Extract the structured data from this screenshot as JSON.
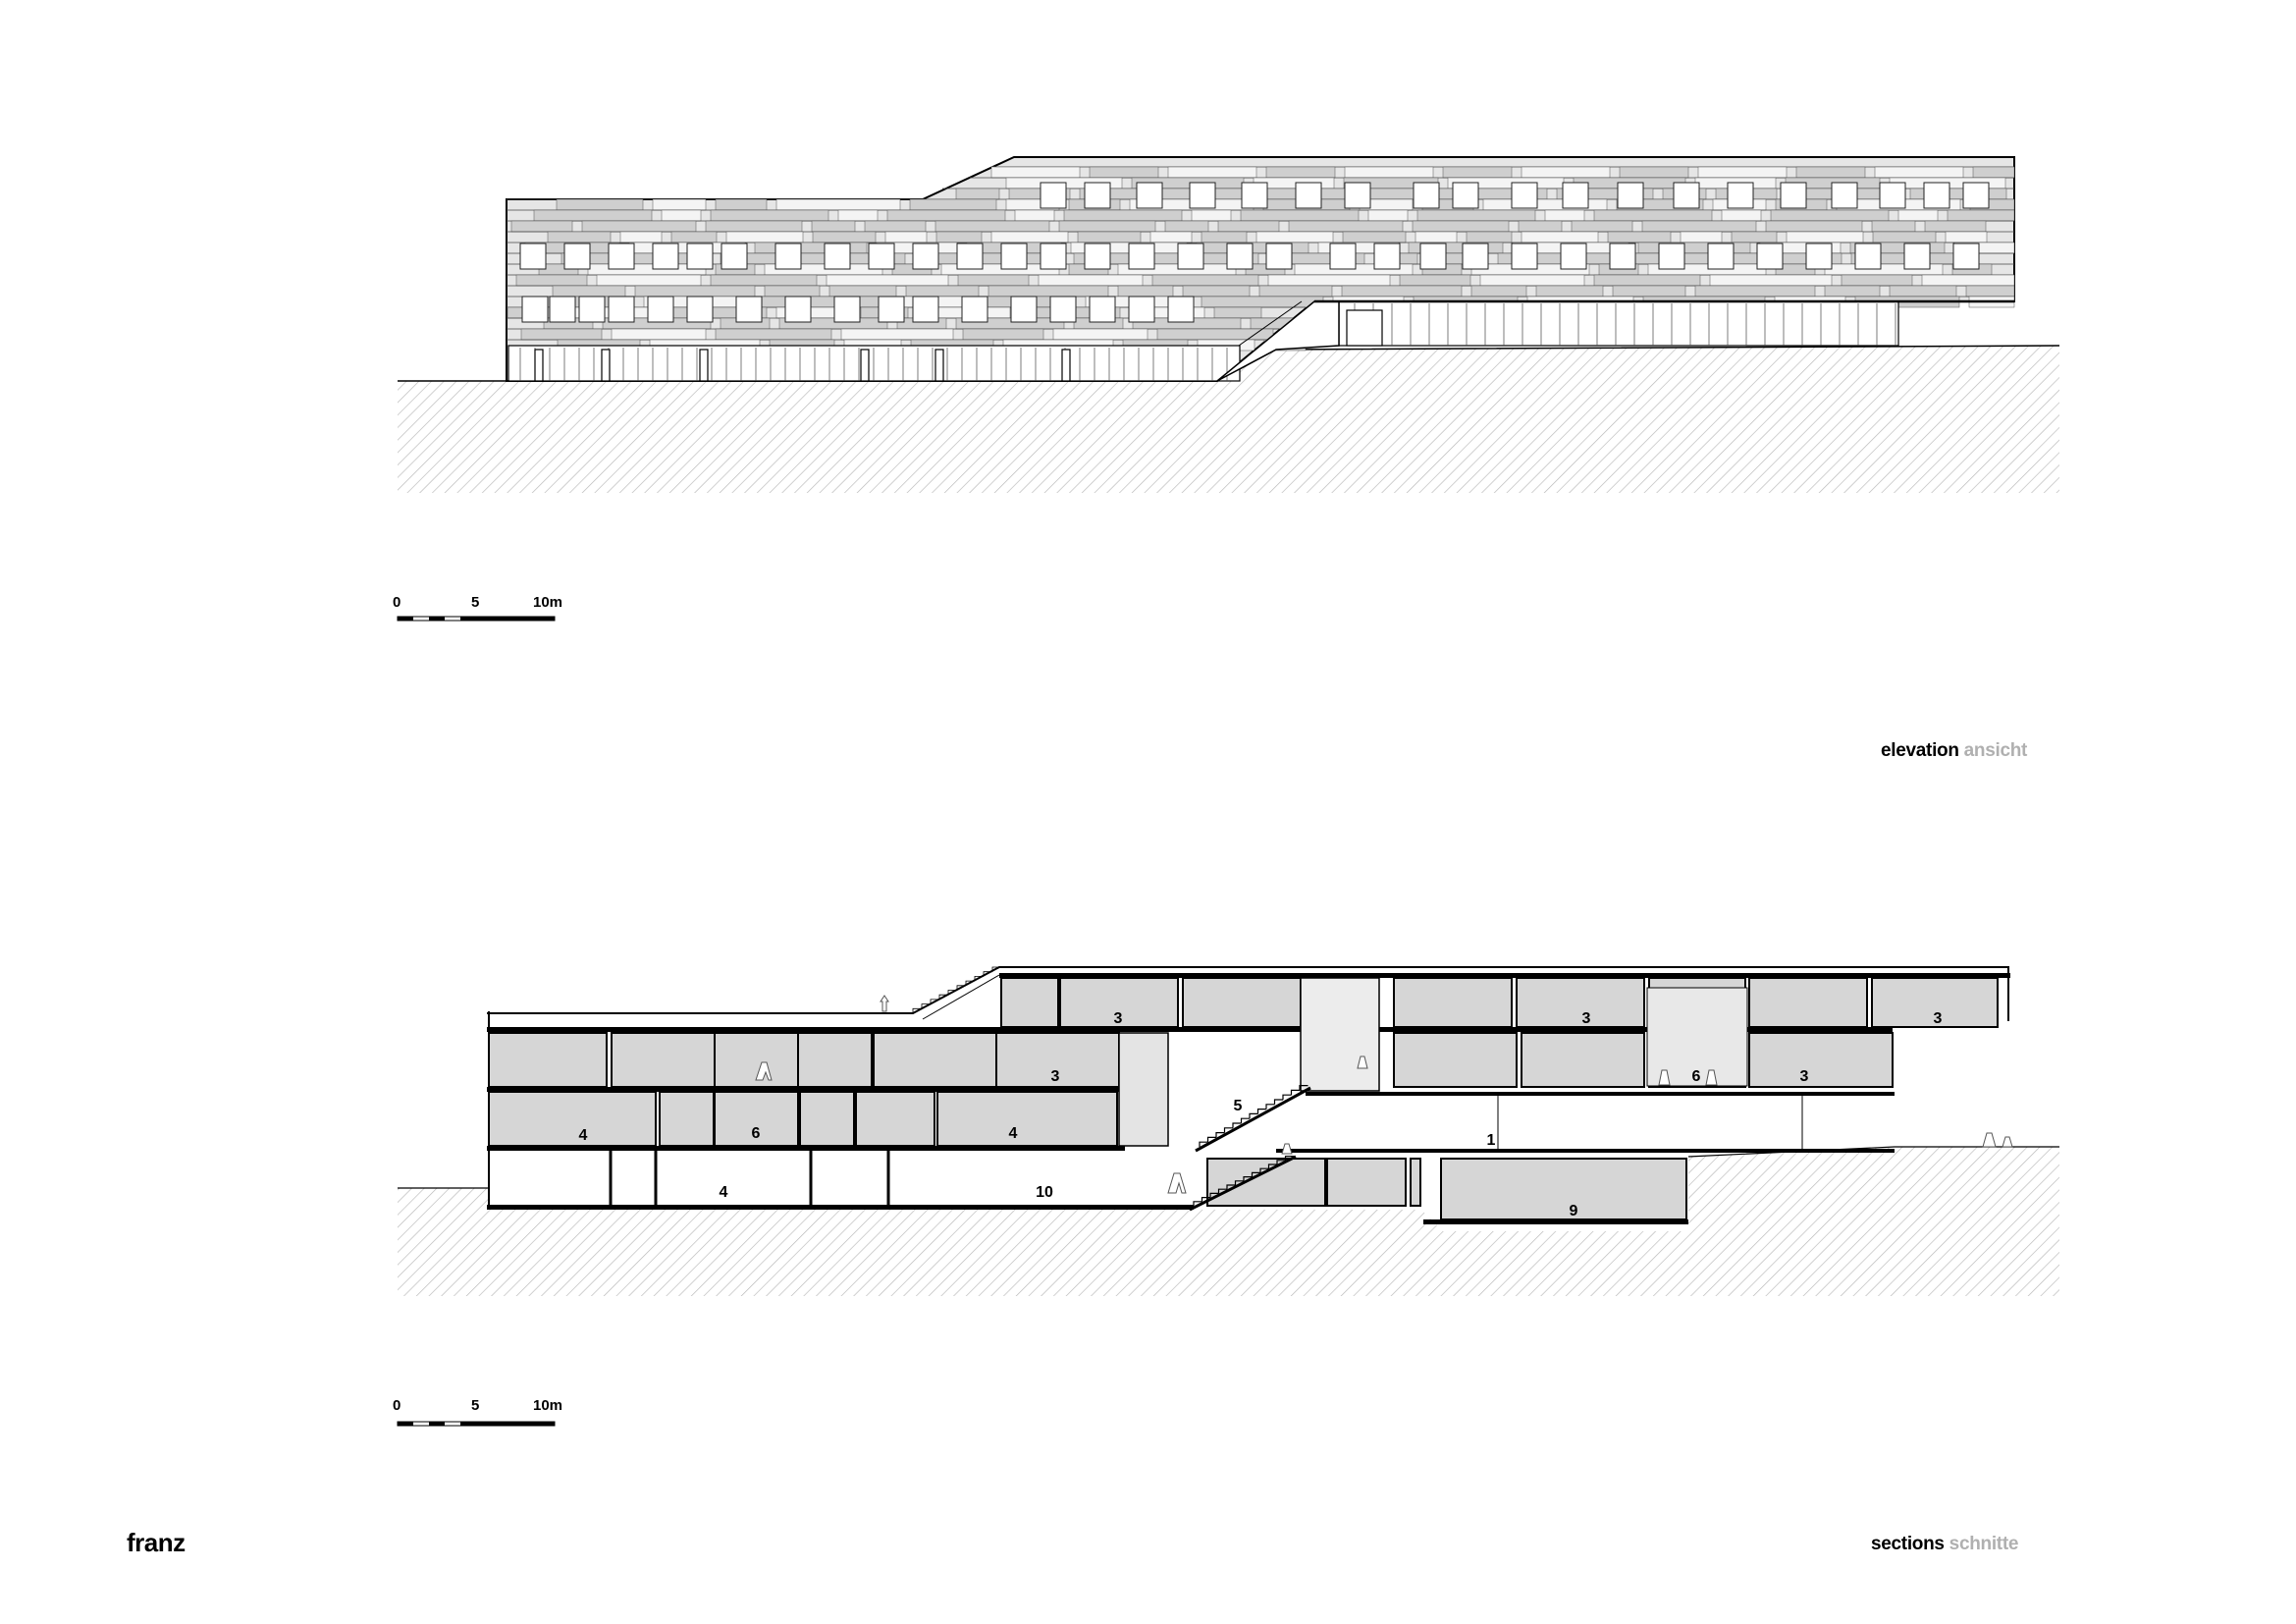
{
  "brand": "franz",
  "elevation": {
    "title": "elevation",
    "subtitle": "ansicht",
    "scale_labels": [
      "0",
      "5",
      "10m"
    ]
  },
  "section": {
    "title": "sections",
    "subtitle": "schnitte",
    "scale_labels": [
      "0",
      "5",
      "10m"
    ],
    "room_labels": [
      "3",
      "3",
      "3",
      "3",
      "3",
      "6",
      "5",
      "4",
      "6",
      "4",
      "1",
      "4",
      "10",
      "9"
    ]
  }
}
